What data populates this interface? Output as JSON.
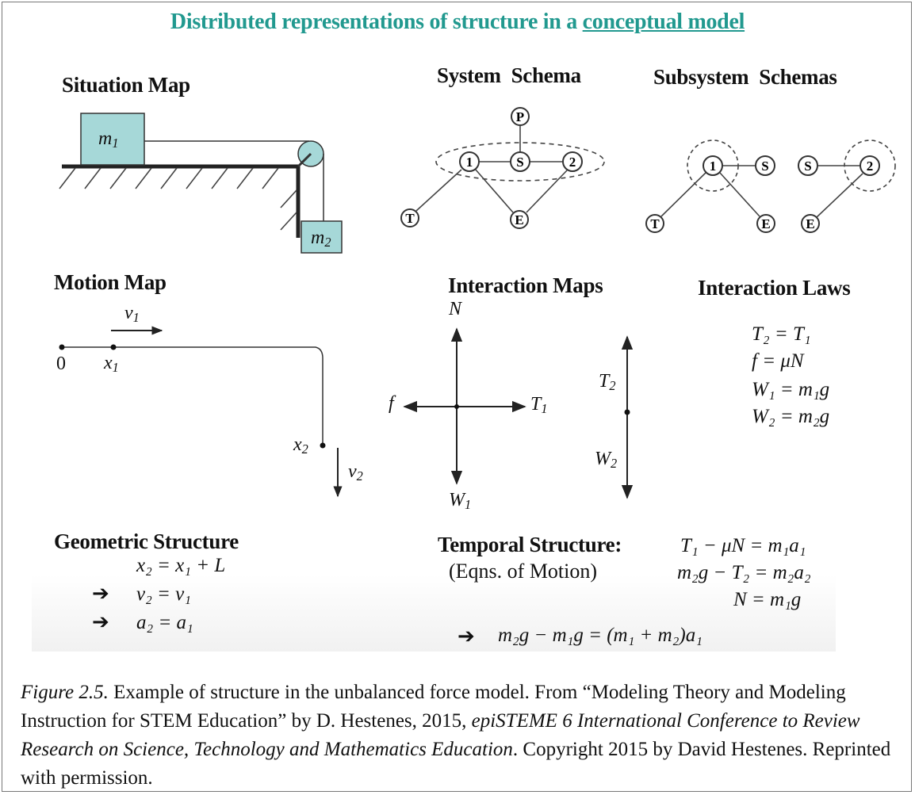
{
  "title": {
    "main": "Distributed representations of structure in a ",
    "link": "conceptual model"
  },
  "headings": {
    "situation_map": "Situation Map",
    "system_schema": "System  Schema",
    "subsystem_schemas": "Subsystem  Schemas",
    "motion_map": "Motion Map",
    "interaction_maps": "Interaction Maps",
    "interaction_laws": "Interaction Laws",
    "geometric_structure": "Geometric Structure",
    "temporal_structure": "Temporal Structure:",
    "eqns_of_motion": "(Eqns. of Motion)"
  },
  "situation_map": {
    "m1": "m",
    "m1_sub": "1",
    "m2": "m",
    "m2_sub": "2"
  },
  "schema_nodes": {
    "p": "P",
    "one": "1",
    "s": "S",
    "two": "2",
    "t": "T",
    "e": "E"
  },
  "motion_map": {
    "v1": "v",
    "v1_sub": "1",
    "origin": "0",
    "x1": "x",
    "x1_sub": "1",
    "x2": "x",
    "x2_sub": "2",
    "v2": "v",
    "v2_sub": "2"
  },
  "interaction_maps": {
    "N": "N",
    "f": "f",
    "T1": "T",
    "T1_sub": "1",
    "W1": "W",
    "W1_sub": "1",
    "T2": "T",
    "T2_sub": "2",
    "W2": "W",
    "W2_sub": "2"
  },
  "interaction_laws": [
    "T₂ = T₁",
    "f = μN",
    "W₁ = m₁g",
    "W₂ = m₂g"
  ],
  "geometric_structure": [
    "x₂ = x₁ + L",
    "v₂ = v₁",
    "a₂ = a₁"
  ],
  "temporal_structure": [
    "T₁ − μN = m₁a₁",
    "m₂g − T₂ = m₂a₂",
    "N = m₁g"
  ],
  "result_equation": "m₂g − m₁g = (m₁ + m₂)a₁",
  "implies_symbol": "➔",
  "caption": {
    "figure_label": "Figure 2.5.",
    "text1": " Example of structure in the unbalanced force model. From “Modeling Theory and Modeling Instruction for STEM Education” by D. Hestenes, 2015, ",
    "venue": "epiSTEME 6 International Conference to Review Research on Science, Technology and Mathematics Education",
    "text2": ". Copyright 2015 by David Hestenes. Reprinted with permission."
  },
  "colors": {
    "title": "#21998f",
    "block_fill": "#a6d8d8",
    "line": "#222222"
  }
}
